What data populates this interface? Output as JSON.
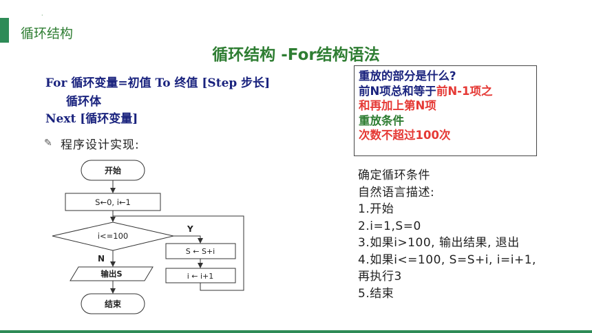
{
  "header": {
    "title": "循环结构"
  },
  "slide_title": "循环结构 -For结构语法",
  "syntax": {
    "line1": "For  循环变量=初值  To  终值 [Step  步长]",
    "line2": "循环体",
    "line3": "Next [循环变量]"
  },
  "implementation_label": "程序设计实现:",
  "callout": {
    "q": "重放的部分是什么?",
    "a1_part1": "前N项总和等于",
    "a1_part2": "前N-1项之",
    "a2": "和再加上第N项",
    "cond_label": "重放条件",
    "cond": "次数不超过100次"
  },
  "flowchart": {
    "start": "开始",
    "init": "S←0, i←1",
    "decision": "i<=100",
    "yes": "Y",
    "no": "N",
    "sum": "S ← S+i",
    "incr": "i ← i+1",
    "output": "输出S",
    "end": "结束"
  },
  "steps": [
    "确定循环条件",
    "自然语言描述:",
    "1.开始",
    "2.i=1,S=0",
    "3.如果i>100, 输出结果, 退出",
    "4.如果i<=100, S=S+i, i=i+1,",
    "再执行3",
    "5.结束"
  ]
}
